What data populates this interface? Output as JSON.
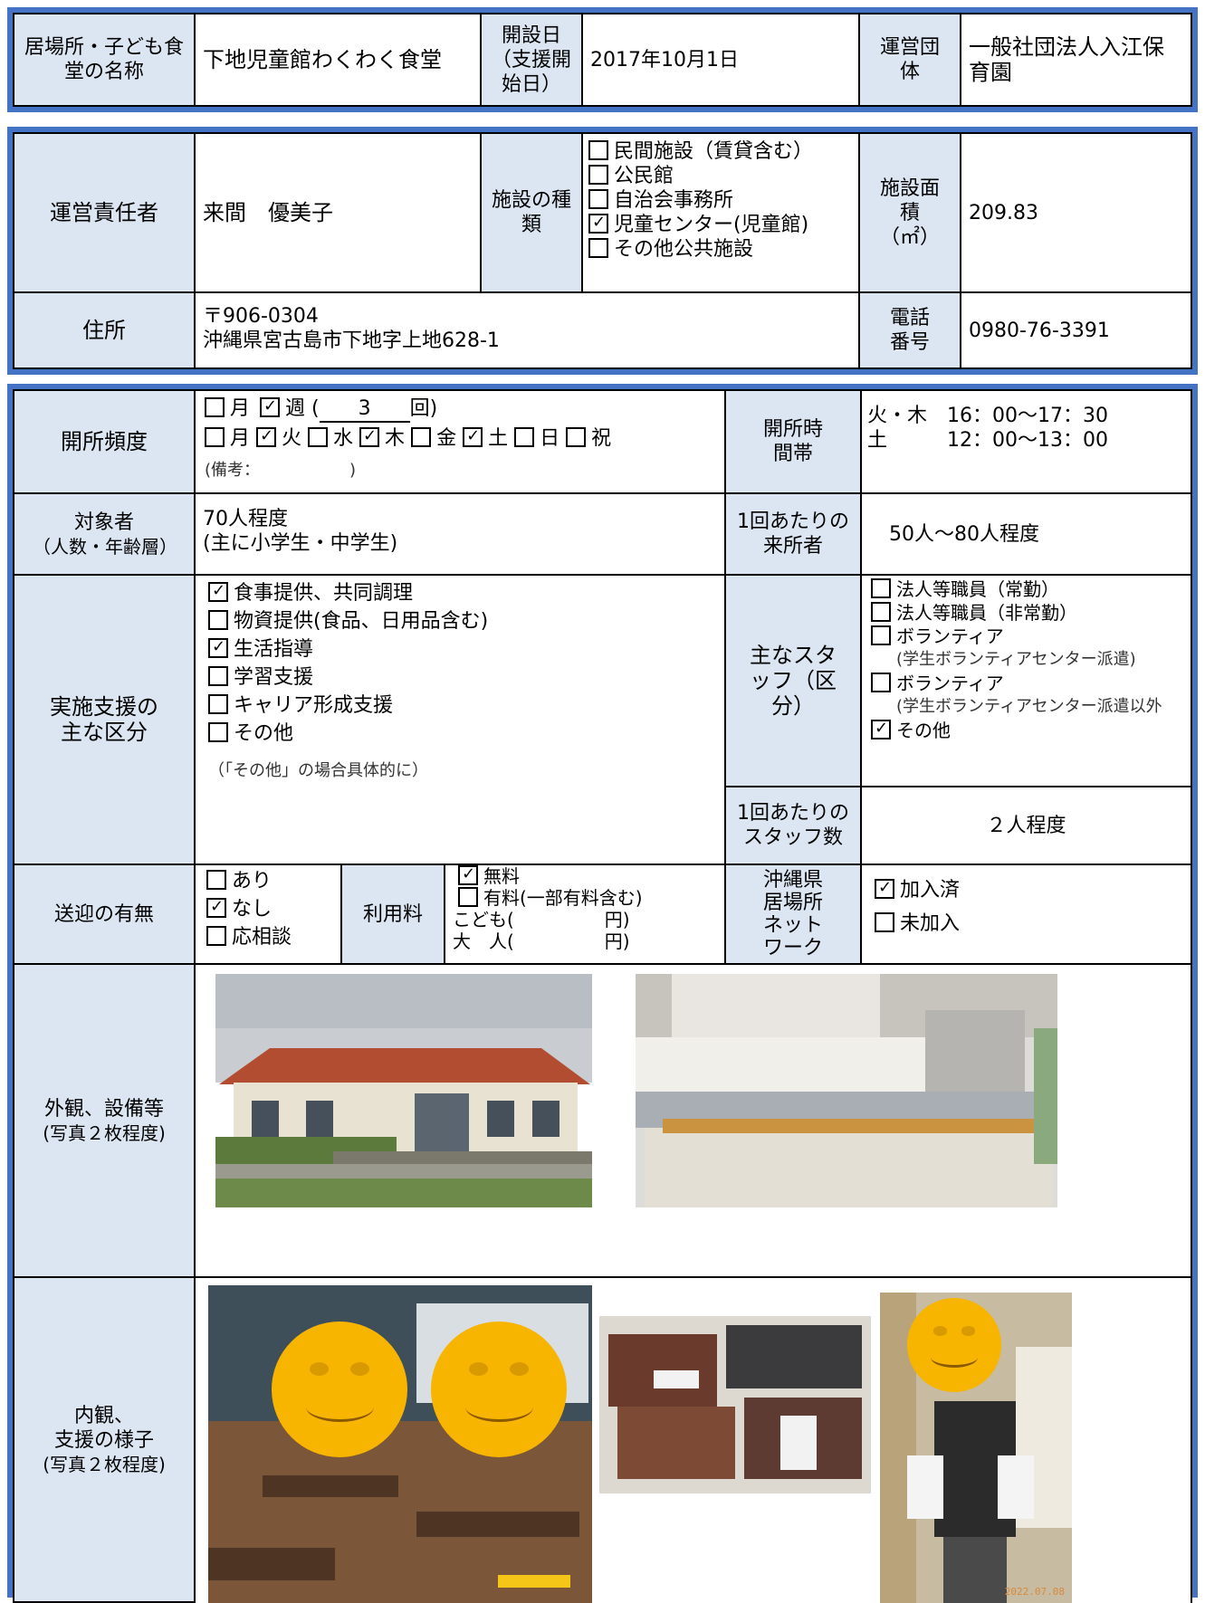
{
  "block1": {
    "name_label": "居場所・子ども食堂の名称",
    "name_value": "下地児童館わくわく食堂",
    "open_date_label": "開設日（支援開始日）",
    "open_date_value": "2017年10月1日",
    "operator_label": "運営団体",
    "operator_value": "一般社団法人入江保育園"
  },
  "block2": {
    "manager_label": "運営責任者",
    "manager_value": "来間　優美子",
    "facility_type_label": "施設の種類",
    "facility_types": [
      {
        "label": "民間施設（賃貸含む）",
        "checked": false
      },
      {
        "label": "公民館",
        "checked": false
      },
      {
        "label": "自治会事務所",
        "checked": false
      },
      {
        "label": "児童センター(児童館)",
        "checked": true
      },
      {
        "label": "その他公共施設",
        "checked": false
      }
    ],
    "area_label": "施設面積（㎡）",
    "area_value": "209.83",
    "address_label": "住所",
    "postal": "〒906-0304",
    "address": "沖縄県宮古島市下地字上地628-1",
    "phone_label": "電話番号",
    "phone_value": "0980-76-3391"
  },
  "block3": {
    "freq_label": "開所頻度",
    "freq_month": "月",
    "freq_week": "週",
    "freq_count": "3",
    "freq_unit": "回",
    "days": [
      {
        "label": "月",
        "checked": false
      },
      {
        "label": "火",
        "checked": true
      },
      {
        "label": "水",
        "checked": false
      },
      {
        "label": "木",
        "checked": true
      },
      {
        "label": "金",
        "checked": false
      },
      {
        "label": "土",
        "checked": true
      },
      {
        "label": "日",
        "checked": false
      },
      {
        "label": "祝",
        "checked": false
      }
    ],
    "freq_note": "(備考：　　　　　　)",
    "hours_label": "開所時間帯",
    "hours_1": "火・木　16：00〜17：30",
    "hours_2": "土　　　12：00〜13：00",
    "target_label": "対象者",
    "target_sub": "（人数・年齢層）",
    "target_value_1": "70人程度",
    "target_value_2": "(主に小学生・中学生)",
    "visitors_label": "1回あたりの来所者",
    "visitors_value": "50人〜80人程度",
    "support_label": "実施支援の主な区分",
    "support_items": [
      {
        "label": "食事提供、共同調理",
        "checked": true
      },
      {
        "label": "物資提供(食品、日用品含む)",
        "checked": false
      },
      {
        "label": "生活指導",
        "checked": true
      },
      {
        "label": "学習支援",
        "checked": false
      },
      {
        "label": "キャリア形成支援",
        "checked": false
      },
      {
        "label": "その他",
        "checked": false
      }
    ],
    "support_note": "（「その他」の場合具体的に）",
    "staff_label": "主なスタッフ（区分）",
    "staff_items": [
      {
        "label": "法人等職員（常勤）",
        "checked": false,
        "sub": ""
      },
      {
        "label": "法人等職員（非常勤）",
        "checked": false,
        "sub": ""
      },
      {
        "label": "ボランティア",
        "checked": false,
        "sub": "(学生ボランティアセンター派遣)"
      },
      {
        "label": "ボランティア",
        "checked": false,
        "sub": "(学生ボランティアセンター派遣以外"
      },
      {
        "label": "その他",
        "checked": true,
        "sub": ""
      }
    ],
    "staff_count_label": "1回あたりのスタッフ数",
    "staff_count_value": "２人程度",
    "transport_label": "送迎の有無",
    "transport_items": [
      {
        "label": "あり",
        "checked": false
      },
      {
        "label": "なし",
        "checked": true
      },
      {
        "label": "応相談",
        "checked": false
      }
    ],
    "fee_label": "利用料",
    "fee_free": "無料",
    "fee_free_checked": true,
    "fee_paid": "有料(一部有料含む)",
    "fee_paid_checked": false,
    "fee_child": "こども(　　　　　円)",
    "fee_adult": "大　人(　　　　　円)",
    "network_label": "沖縄県居場所ネットワーク",
    "network_items": [
      {
        "label": "加入済",
        "checked": true
      },
      {
        "label": "未加入",
        "checked": false
      }
    ],
    "exterior_label": "外観、設備等",
    "exterior_sub": "(写真２枚程度)",
    "interior_label_1": "内観、",
    "interior_label_2": "支援の様子",
    "interior_sub": "(写真２枚程度)",
    "photo_date": "2022.07.08"
  },
  "colors": {
    "frame": "#4472c4",
    "header_bg": "#dce6f2",
    "smiley": "#f7b500"
  }
}
